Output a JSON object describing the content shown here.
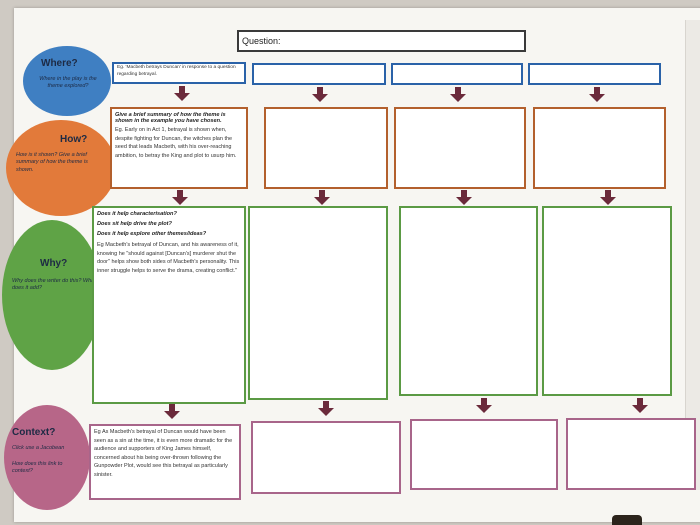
{
  "question": {
    "label": "Question:"
  },
  "rows": {
    "where": {
      "title": "Where?",
      "sub": "Where in the play is the theme explored?",
      "example": "Eg. 'Macbeth betrays Duncan' in response to a question regarding betrayal."
    },
    "how": {
      "title": "How?",
      "sub": "How is it shown? Give a brief summary of how the theme is shown.",
      "prompt": "Give a brief summary of how the theme is shown in the example you have chosen.",
      "example": "Eg. Early on in Act 1, betrayal is shown when, despite fighting for Duncan, the witches plan the seed that leads Macbeth, with his over-reaching ambition, to betray the King and plot to usurp him."
    },
    "why": {
      "title": "Why?",
      "sub": "Why does the writer do this? What does it add?",
      "prompts": [
        "Does it help characterisation?",
        "Does sit help drive the plot?",
        "Does it help explore other themes/ideas?"
      ],
      "example": "Eg Macbeth's betrayal of Duncan, and his awareness of it, knowing he \"should against [Duncan's] murderer shut the door\" helps show both sides of Macbeth's personality. This inner struggle helps to serve the drama, creating conflict.\""
    },
    "context": {
      "title": "Context?",
      "sub1": "Click use a Jacobean",
      "sub2": "How does this link to context?",
      "example": "Eg As Macbeth's betrayal of Duncan would have been seen as a sin at the time, it is even more dramatic for the audience and supporters of King James himself, concerned about his being over-thrown following the Gunpowder Plot, would see this betrayal as particularly sinister."
    }
  },
  "colors": {
    "where": "#3f7fc2",
    "how": "#e27a3a",
    "why": "#5fa346",
    "context": "#b76688",
    "arrow": "#6b2a3b"
  }
}
